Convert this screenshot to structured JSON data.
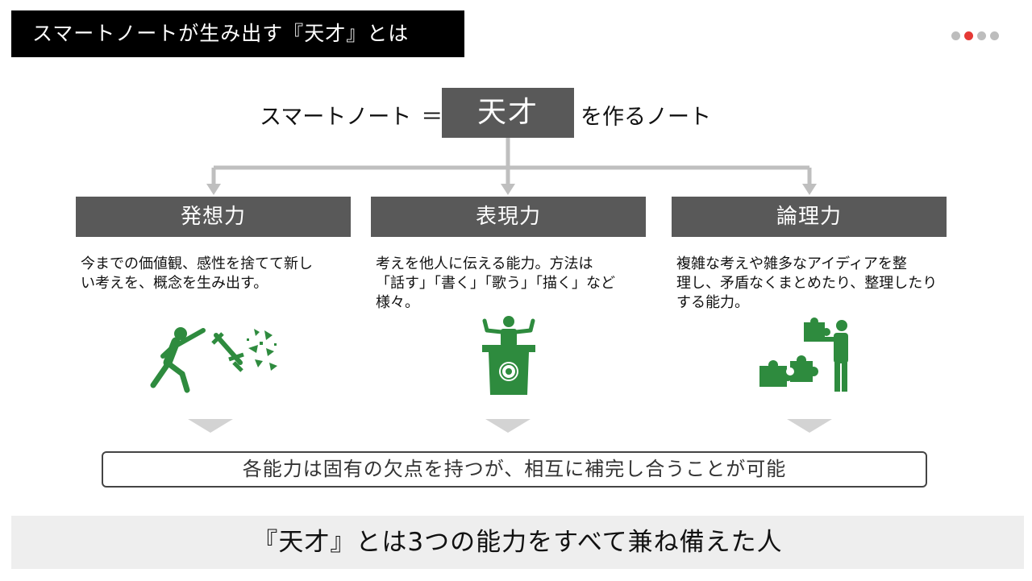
{
  "header": {
    "title": "スマートノートが生み出す『天才』とは",
    "page_dots": [
      false,
      true,
      false,
      false
    ]
  },
  "equation": {
    "left": "スマートノート",
    "equals": "＝",
    "center": "天才",
    "right": "を作るノート"
  },
  "abilities": [
    {
      "title": "発想力",
      "description_lines": [
        "今までの価値観、感性を捨てて新し",
        "い考えを、概念を生み出す。"
      ],
      "icon": "breaking-through-icon"
    },
    {
      "title": "表現力",
      "description_lines": [
        "考えを他人に伝える能力。方法は",
        "「話す」「書く」「歌う」「描く」など様々。"
      ],
      "icon": "podium-speaker-icon"
    },
    {
      "title": "論理力",
      "description_lines": [
        "複雑な考えや雑多なアイディアを整",
        "理し、矛盾なくまとめたり、整理したり",
        "する能力。"
      ],
      "icon": "puzzle-person-icon"
    }
  ],
  "summary": "各能力は固有の欠点を持つが、相互に補完し合うことが可能",
  "conclusion": "『天才』とは3つの能力をすべて兼ね備えた人",
  "colors": {
    "header_bg": "#000000",
    "box_gray": "#595959",
    "connector": "#bfbfbf",
    "icon_green": "#2e8b3e",
    "dot_active": "#e53935",
    "dot_inactive": "#bdbdbd",
    "conclusion_bg": "#eeeeee"
  }
}
